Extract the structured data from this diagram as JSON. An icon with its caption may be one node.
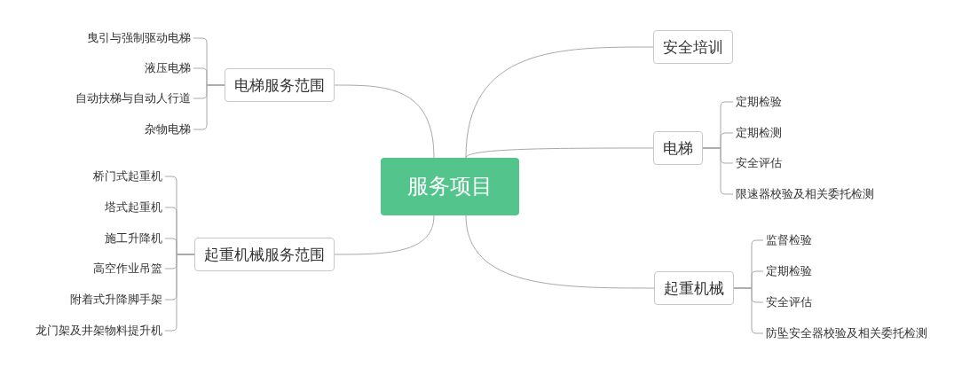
{
  "diagram": {
    "nodes": [
      {
        "text": [
          "服务项目"
        ]
      },
      {
        "text": [
          "电梯服务范围"
        ]
      },
      {
        "text": [
          "曳引与强制驱动电梯"
        ]
      },
      {
        "text": [
          "液压电梯"
        ]
      },
      {
        "text": [
          "自动扶梯与自动人行道"
        ]
      },
      {
        "text": [
          "杂物电梯"
        ]
      },
      {
        "text": [
          "起重机械服务范围"
        ]
      },
      {
        "text": [
          "桥门式起重机"
        ]
      },
      {
        "text": [
          "塔式起重机"
        ]
      },
      {
        "text": [
          "施工升降机"
        ]
      },
      {
        "text": [
          "高空作业吊篮"
        ]
      },
      {
        "text": [
          "附着式升降脚手架"
        ]
      },
      {
        "text": [
          "龙门架及井架物料提升机"
        ]
      },
      {
        "text": [
          "安全培训"
        ]
      },
      {
        "text": [
          "电梯"
        ]
      },
      {
        "text": [
          "定期检验"
        ]
      },
      {
        "text": [
          "定期检测"
        ]
      },
      {
        "text": [
          "安全评估"
        ]
      },
      {
        "text": [
          "限速器校验及相关委托检测"
        ]
      },
      {
        "text": [
          "起重机械"
        ]
      },
      {
        "text": [
          "监督检验"
        ]
      },
      {
        "text": [
          "定期检验"
        ]
      },
      {
        "text": [
          "安全评估"
        ]
      },
      {
        "text": [
          "防坠安全器校验及相关委托检测"
        ]
      }
    ],
    "edges": [
      {
        "from": 0,
        "to": 1,
        "arrow": "none"
      },
      {
        "from": 0,
        "to": 6,
        "arrow": "none"
      },
      {
        "from": 0,
        "to": 13,
        "arrow": "none"
      },
      {
        "from": 0,
        "to": 14,
        "arrow": "none"
      },
      {
        "from": 0,
        "to": 19,
        "arrow": "none"
      },
      {
        "from": 1,
        "to": 2,
        "arrow": "none"
      },
      {
        "from": 1,
        "to": 3,
        "arrow": "none"
      },
      {
        "from": 1,
        "to": 4,
        "arrow": "none"
      },
      {
        "from": 1,
        "to": 5,
        "arrow": "none"
      },
      {
        "from": 6,
        "to": 7,
        "arrow": "none"
      },
      {
        "from": 6,
        "to": 8,
        "arrow": "none"
      },
      {
        "from": 6,
        "to": 9,
        "arrow": "none"
      },
      {
        "from": 6,
        "to": 10,
        "arrow": "none"
      },
      {
        "from": 6,
        "to": 11,
        "arrow": "none"
      },
      {
        "from": 6,
        "to": 12,
        "arrow": "none"
      },
      {
        "from": 14,
        "to": 15,
        "arrow": "none"
      },
      {
        "from": 14,
        "to": 16,
        "arrow": "none"
      },
      {
        "from": 14,
        "to": 17,
        "arrow": "none"
      },
      {
        "from": 14,
        "to": 18,
        "arrow": "none"
      },
      {
        "from": 19,
        "to": 20,
        "arrow": "none"
      },
      {
        "from": 19,
        "to": 21,
        "arrow": "none"
      },
      {
        "from": 19,
        "to": 22,
        "arrow": "none"
      },
      {
        "from": 19,
        "to": 23,
        "arrow": "none"
      }
    ]
  }
}
